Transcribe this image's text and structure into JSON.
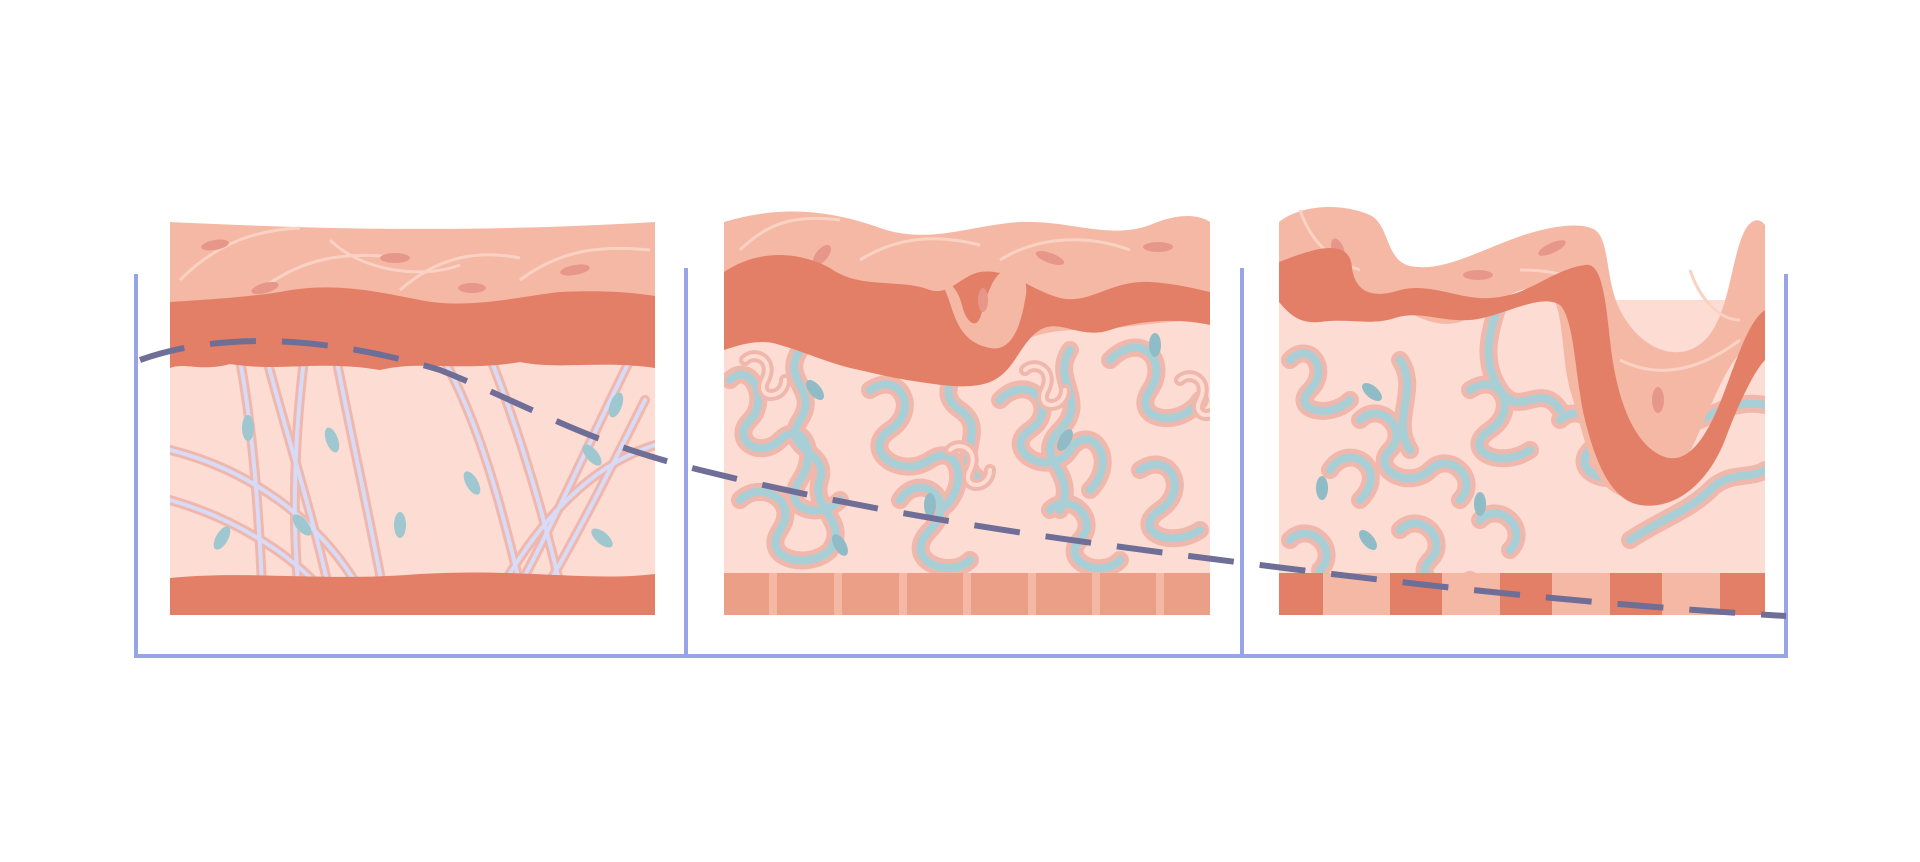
{
  "diagram": {
    "kind": "skin-aging-cross-section",
    "panel_count": 3,
    "panels": [
      {
        "stage": "young",
        "fibers": "straight-elastic",
        "surface": "smooth"
      },
      {
        "stage": "middle",
        "fibers": "coiled",
        "surface": "slightly-wrinkled"
      },
      {
        "stage": "aged",
        "fibers": "sparse-coiled",
        "surface": "deep-wrinkle"
      }
    ],
    "guide_line": "dashed-declining"
  },
  "colors": {
    "background": "#ffffff",
    "bracket": "#98a3e8",
    "dashed_line": "#6e6e97",
    "epidermis_light": "#f5b8a4",
    "epidermis_dark": "#e47f67",
    "dermis": "#fddcd3",
    "fat_layer": "#eb9f87",
    "fiber_lilac": "#cfd3f3",
    "fiber_edge": "#f0b8ac",
    "fiber_teal": "#9fc7cf",
    "fiber_teal_dark": "#8fbcc6",
    "cell": "#e48f7f"
  }
}
